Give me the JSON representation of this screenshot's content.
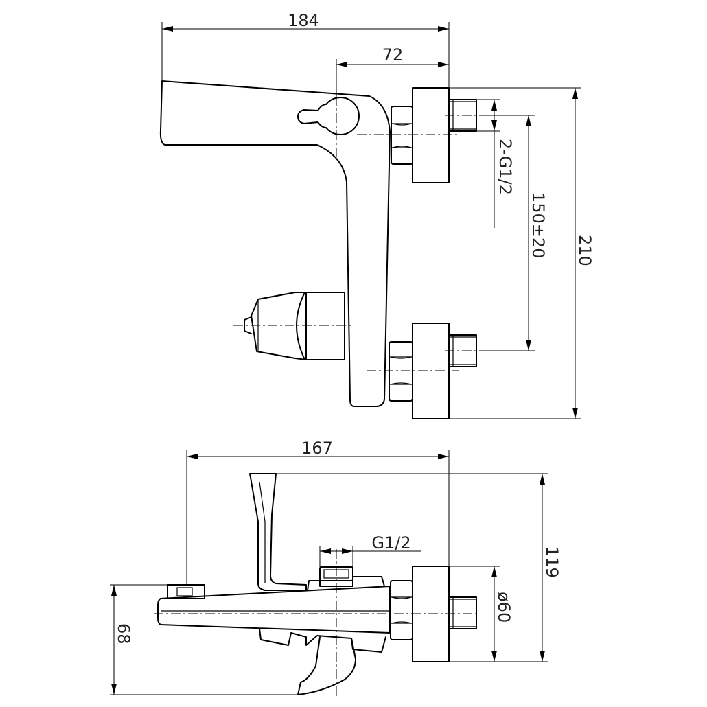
{
  "front_view": {
    "dim_width_total": "184",
    "dim_width_body": "72",
    "dim_thread": "2-G1/2",
    "dim_center_distance": "150±20",
    "dim_height_total": "210"
  },
  "side_view": {
    "dim_width_total": "167",
    "dim_outlet_thread": "G1/2",
    "dim_height_total": "119",
    "dim_flange_dia": "ø60",
    "dim_outlet_height": "68"
  }
}
